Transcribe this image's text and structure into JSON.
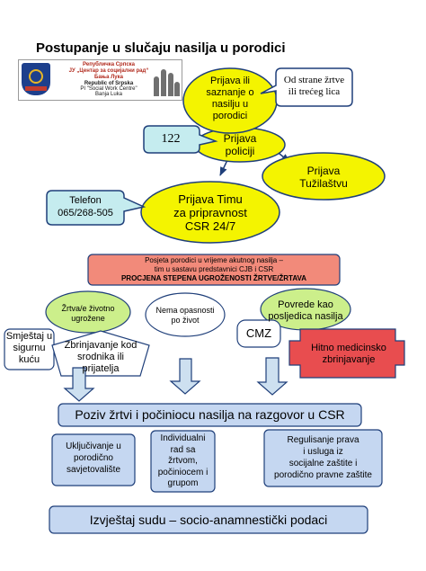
{
  "title": "Postupanje u slučaju nasilja u porodici",
  "logo": {
    "line1": "Републичка Српска",
    "line2": "ЈУ „Центар за социјални рад“",
    "line3": "Бања Лука",
    "line4": "Republic of Srpska",
    "line5": "PI \"Social Work Centre\"",
    "line6": "Banja Luka"
  },
  "nodes": {
    "prijava_saznanje": [
      "Prijava ili",
      "saznanje o",
      "nasilju u",
      "porodici"
    ],
    "od_strane": [
      "Od strane žrtve",
      "ili trećeg lica"
    ],
    "tel_122": "122",
    "prijava_policiji": [
      "Prijava",
      "policiji"
    ],
    "prijava_tuzilastvu": [
      "Prijava",
      "Tužilaštvu"
    ],
    "telefon": [
      "Telefon",
      "065/268-505"
    ],
    "prijava_timu": [
      "Prijava Timu",
      "za pripravnost",
      "CSR 24/7"
    ],
    "posjeta": [
      "Posjeta porodici u vrijeme akutnog nasilja –",
      "tim u sastavu predstavnici CJB i CSR"
    ],
    "procjena": "PROCJENA STEPENA UGROŽENOSTI ŽRTVE/ŽRTAVA",
    "zrtva_ugrozena": [
      "Žrtva/e životno",
      "ugrožene"
    ],
    "nema_opasnosti": [
      "Nema opasnosti",
      "po život"
    ],
    "povrede": [
      "Povrede kao",
      "posljedica nasilja"
    ],
    "smjestaj": [
      "Smještaj u",
      "sigurnu",
      "kuću"
    ],
    "zbrinjavanje_srodnika": [
      "Zbrinjavanje kod",
      "srodnika ili",
      "prijatelja"
    ],
    "cmz": "CMZ",
    "hitno": [
      "Hitno medicinsko",
      "zbrinjavanje"
    ],
    "poziv": "Poziv žrtvi i počiniocu nasilja na razgovor u CSR",
    "ukljucivanje": [
      "Uključivanje u",
      "porodično",
      "savjetovalište"
    ],
    "individualni": [
      "Individualni",
      "rad sa",
      "žrtvom,",
      "počiniocem i",
      "grupom"
    ],
    "regulisanje": [
      "Regulisanje prava",
      "i usluga iz",
      "socijalne zaštite i",
      "porodično pravne zaštite"
    ],
    "izvjestaj": "Izvještaj sudu – socio-anamnestički podaci"
  },
  "colors": {
    "yellow": "#f4f400",
    "green": "#ccef8b",
    "aqua": "#c5ecef",
    "salmon": "#f28a7a",
    "light_blue": "#c5d7f1",
    "hitno_red": "#e84d4f",
    "arrow_fill": "#cde0f0",
    "stroke": "#1f3f7a"
  }
}
